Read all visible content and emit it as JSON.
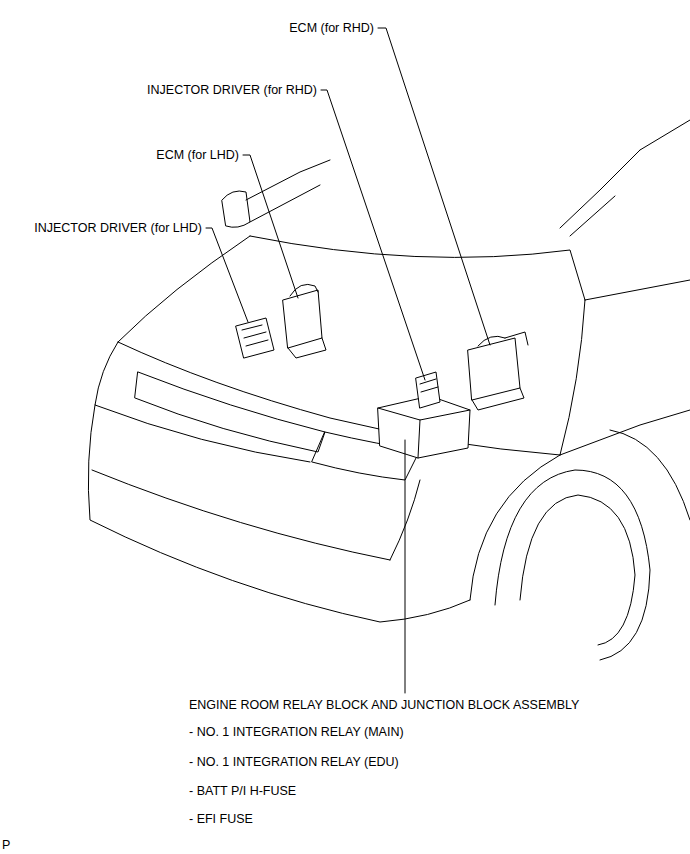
{
  "diagram": {
    "labels": [
      "ECM (for RHD)",
      "INJECTOR DRIVER (for RHD)",
      "ECM (for LHD)",
      "INJECTOR DRIVER (for LHD)",
      "ENGINE ROOM RELAY BLOCK AND JUNCTION BLOCK ASSEMBLY",
      "- NO. 1 INTEGRATION RELAY (MAIN)",
      "- NO. 1 INTEGRATION RELAY (EDU)",
      "- BATT P/I H-FUSE",
      "- EFI FUSE",
      "P"
    ]
  }
}
